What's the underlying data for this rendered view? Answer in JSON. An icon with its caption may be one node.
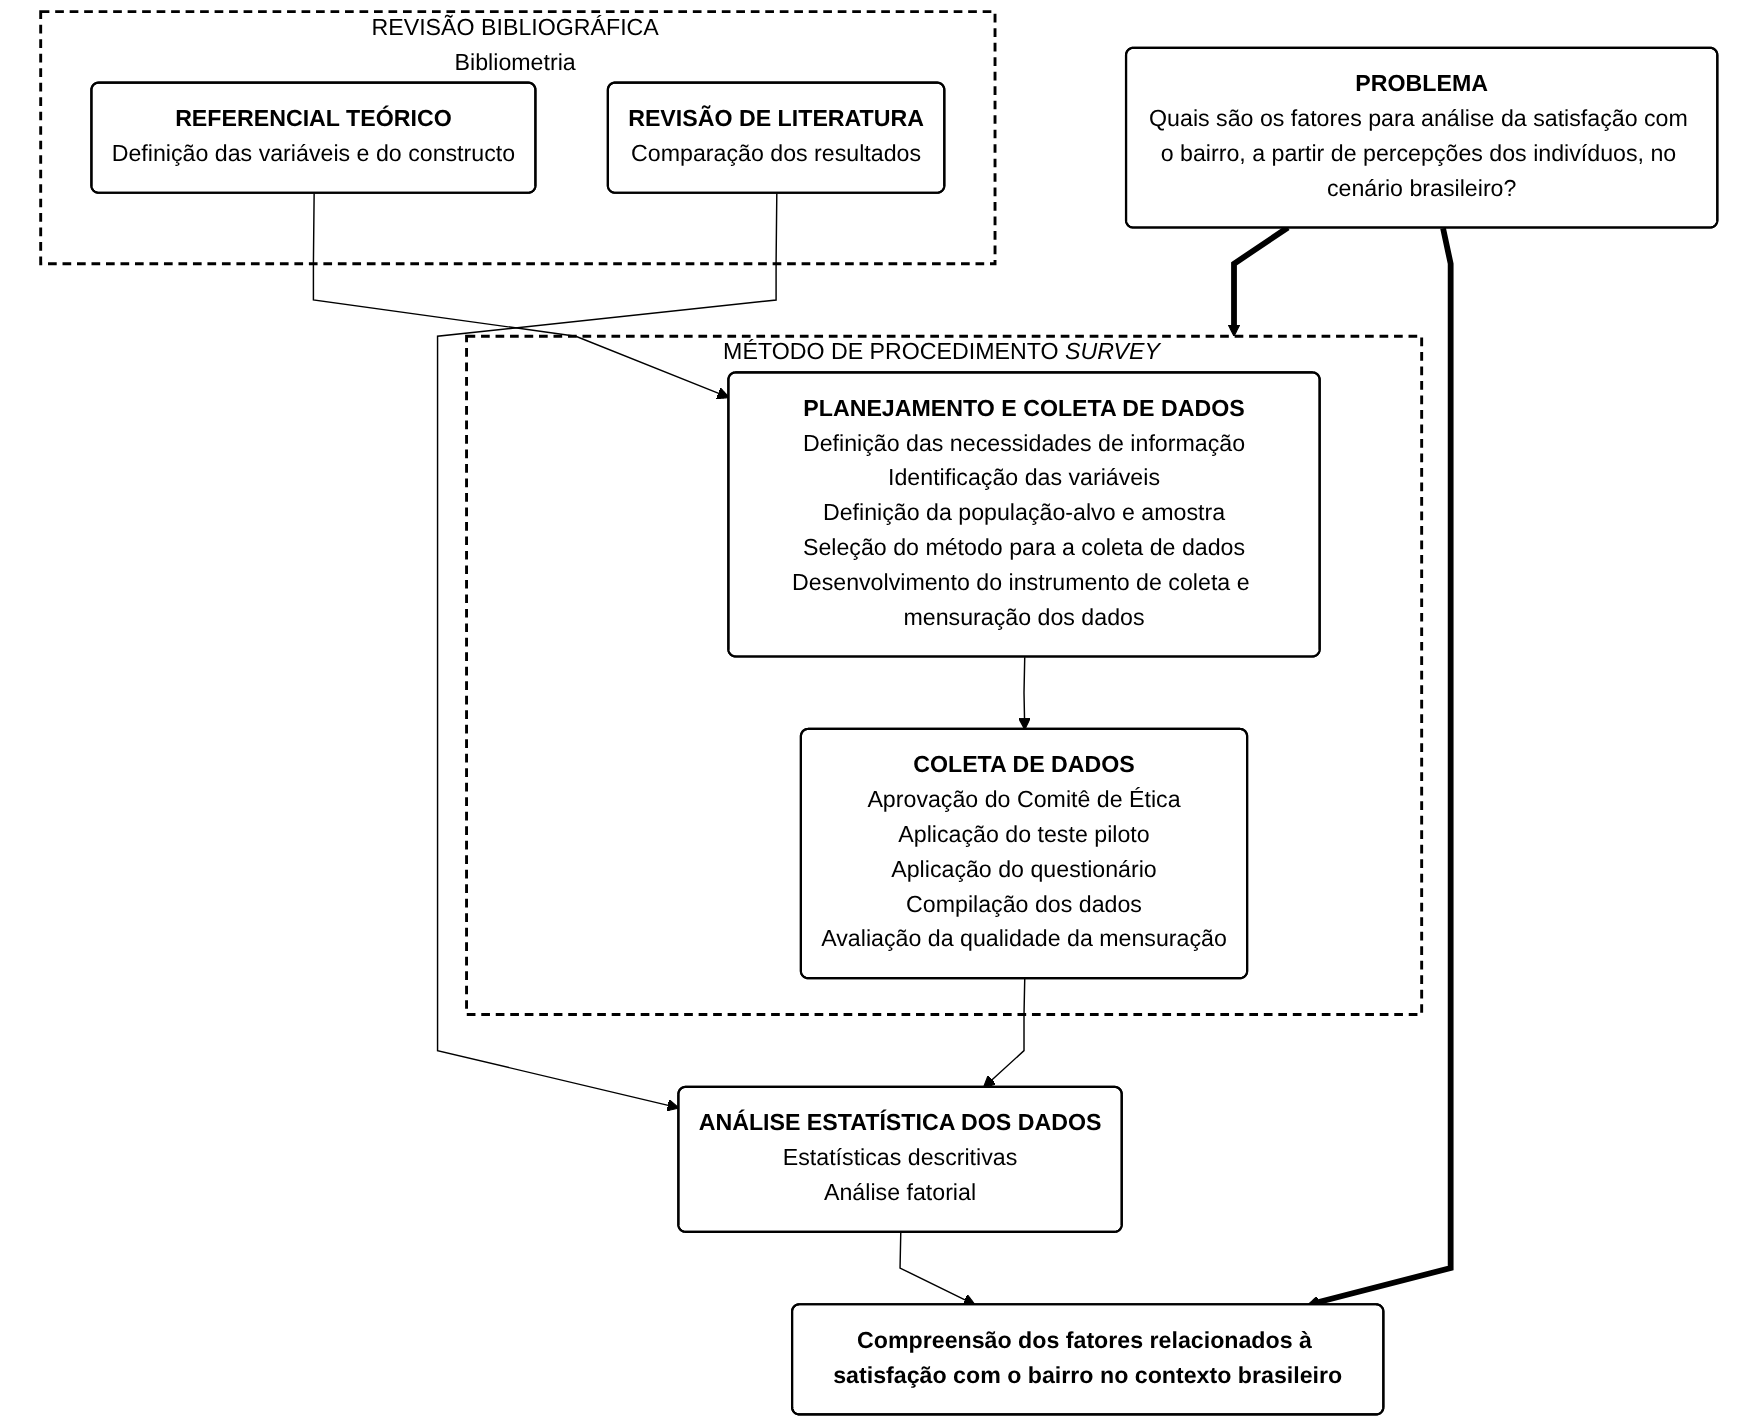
{
  "diagram": {
    "nodes": [
      {
        "text": [
          "PROBLEMA",
          "Quais são os fatores para análise da satisfação com o bairro, a partir de percepções dos indivíduos, no cenário brasileiro?"
        ]
      },
      {
        "text": [
          "REVISÃO BIBLIOGRÁFICA",
          "Bibliometria"
        ]
      },
      {
        "text": [
          "REFERENCIAL TEÓRICO",
          "Definição das variáveis e do constructo"
        ],
        "in": 1
      },
      {
        "text": [
          "MÉTODO DE PROCEDIMENTO *SURVEY*"
        ]
      },
      {
        "text": [
          "PLANEJAMENTO E COLETA DE DADOS",
          "Definição das necessidades de informação",
          "Identificação das variáveis",
          "Definição da população-alvo e amostra",
          "Seleção do método para a coleta de dados",
          "Desenvolvimento do instrumento de coleta e mensuração dos dados"
        ],
        "in": 3
      },
      {
        "text": [
          "COLETA DE DADOS",
          "Aprovação do Comitê de Ética",
          "Aplicação do teste piloto",
          "Aplicação do questionário",
          "Compilação dos dados",
          "Avaliação da qualidade da mensuração"
        ],
        "in": 3
      },
      {
        "text": [
          "REVISÃO DE LITERATURA",
          "Comparação dos resultados"
        ],
        "in": 1
      },
      {
        "text": [
          "ANÁLISE ESTATÍSTICA DOS DADOS",
          "Estatísticas descritivas",
          "Análise fatorial"
        ]
      },
      {
        "text": [
          "Compreensão dos fatores relacionados à satisfação com o bairro no contexto brasileiro"
        ]
      }
    ],
    "edges": [
      {
        "from": 0,
        "to": 3,
        "arrow": "to",
        "style": "thick"
      },
      {
        "from": 0,
        "to": 8,
        "arrow": "to",
        "style": "thick"
      },
      {
        "from": 2,
        "to": 4,
        "arrow": "to"
      },
      {
        "from": 4,
        "to": 5,
        "arrow": "to"
      },
      {
        "from": 5,
        "to": 7,
        "arrow": "to"
      },
      {
        "from": 6,
        "to": 7,
        "arrow": "to"
      },
      {
        "from": 7,
        "to": 8,
        "arrow": "to"
      }
    ]
  }
}
